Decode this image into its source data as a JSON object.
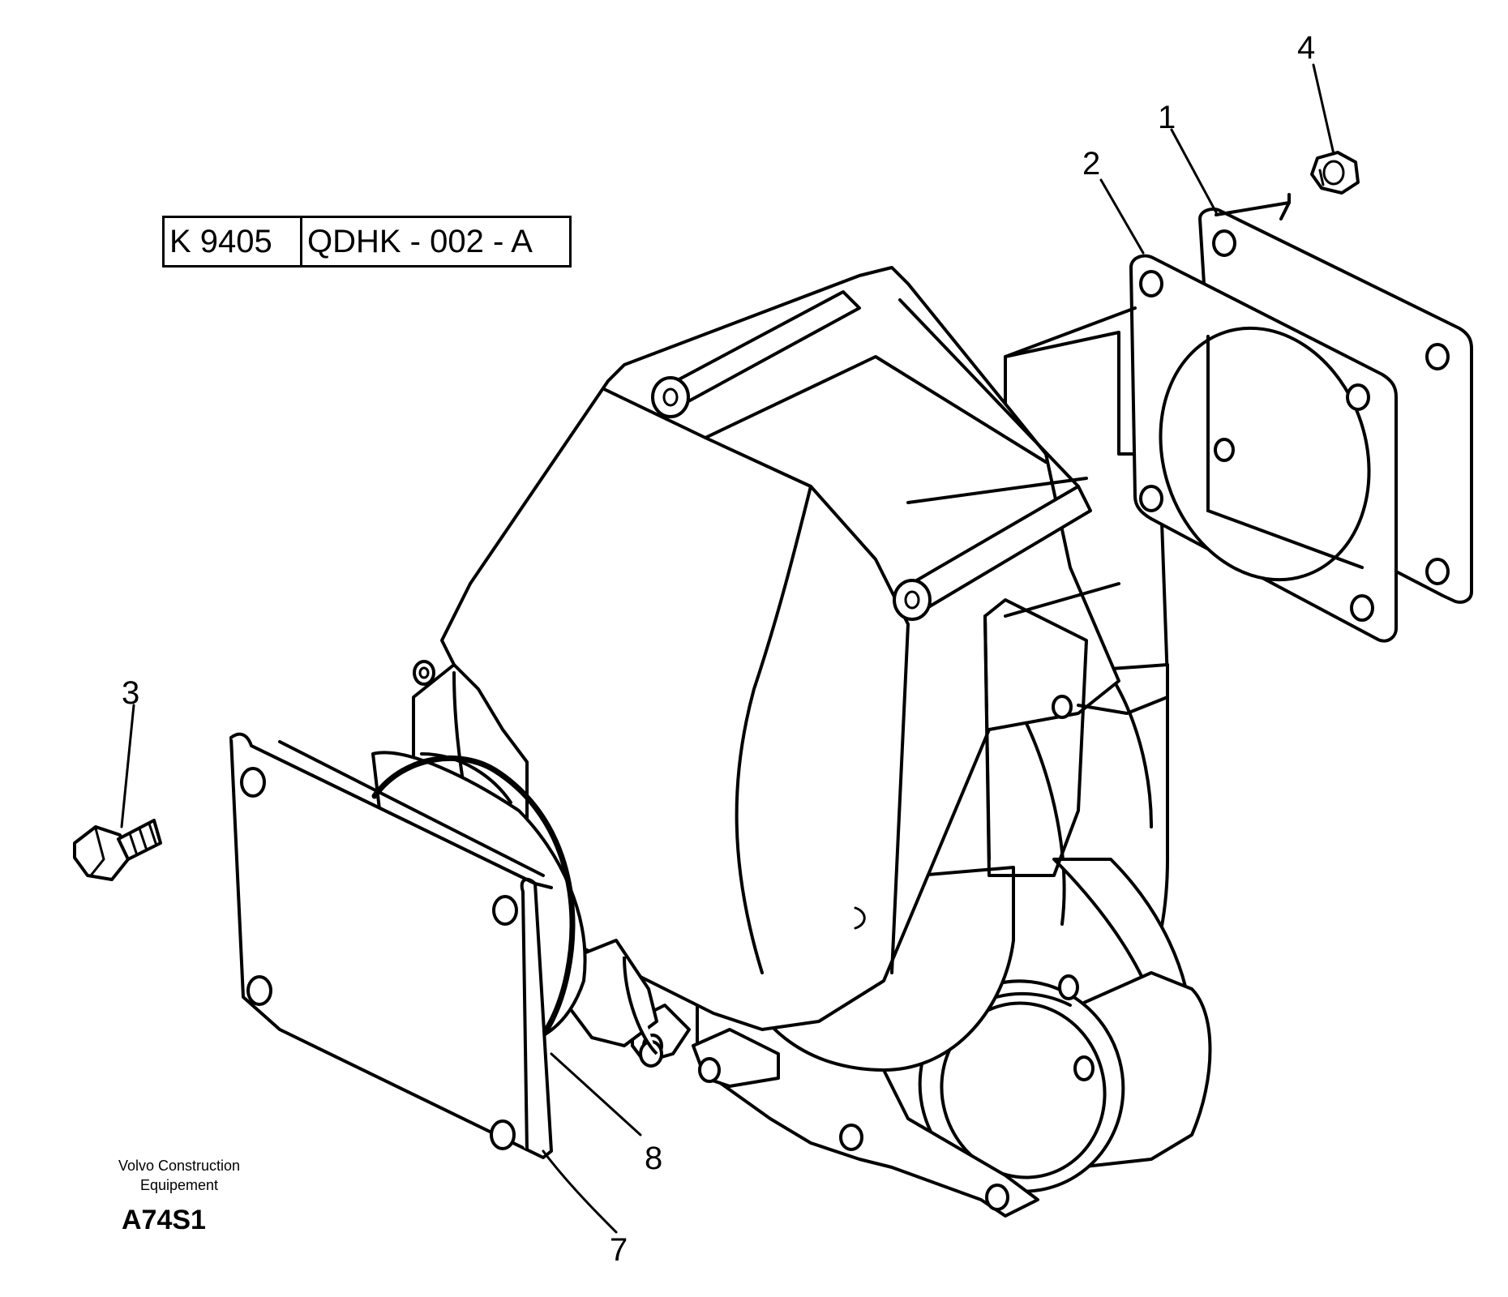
{
  "reference": {
    "code_left": "K 9405",
    "code_right": "QDHK - 002 - A"
  },
  "footer": {
    "maker_line_1": "Volvo Construction",
    "maker_line_2": "Equipement",
    "figure_code": "A74S1"
  },
  "callouts": [
    {
      "id": "1",
      "part": "cover"
    },
    {
      "id": "2",
      "part": "gasket"
    },
    {
      "id": "3",
      "part": "bolt"
    },
    {
      "id": "4",
      "part": "nut"
    },
    {
      "id": "7",
      "part": "cover"
    },
    {
      "id": "8",
      "part": "o-ring"
    }
  ]
}
